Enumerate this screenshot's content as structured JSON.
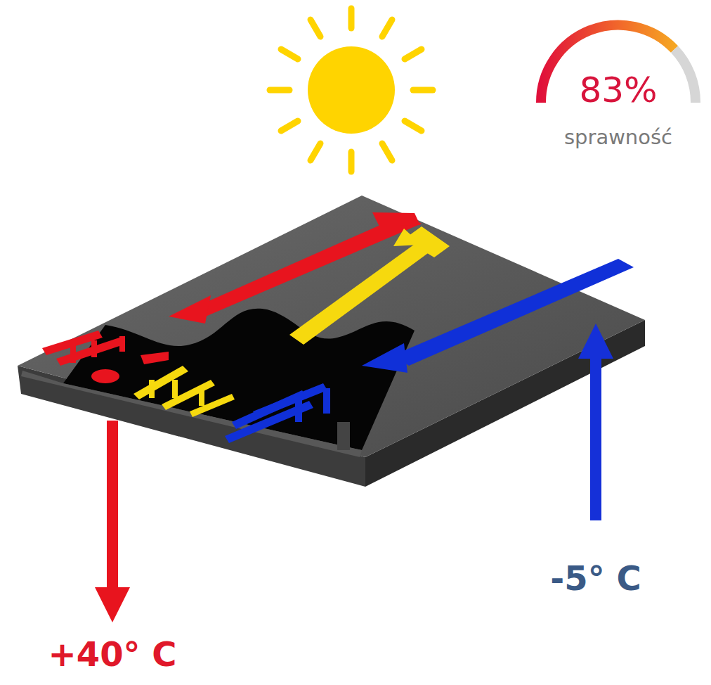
{
  "diagram": {
    "labels": [
      "83%",
      "sprawność",
      "-5° C",
      "+40° C"
    ]
  }
}
